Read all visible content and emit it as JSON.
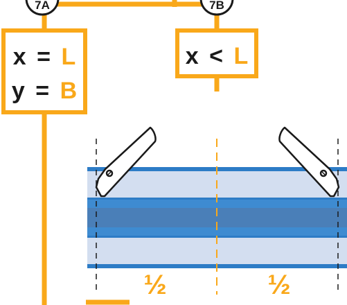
{
  "steps": {
    "left_id": "7A",
    "right_id": "7B"
  },
  "box_left": {
    "line1": {
      "var": "x",
      "op": "=",
      "val": "L"
    },
    "line2": {
      "var": "y",
      "op": "=",
      "val": "B"
    }
  },
  "box_right": {
    "line1": {
      "var": "x",
      "op": "<",
      "val": "L"
    }
  },
  "halves": {
    "left": "½",
    "right": "½"
  },
  "colors": {
    "accent": "#F9A81A",
    "dark": "#1A1A1A",
    "blind_light": "#D3DEF0",
    "blind_mid": "#3E8BD1",
    "blind_stripe": "#2D7CC6",
    "blind_dark": "#4A7FB8"
  }
}
